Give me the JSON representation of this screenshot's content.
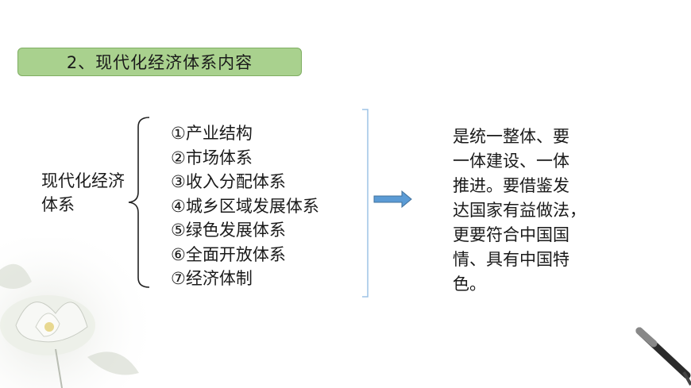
{
  "slide": {
    "title": "2、现代化经济体系内容",
    "left_label_line1": "现代化经济",
    "left_label_line2": "体系",
    "items": [
      "①产业结构",
      "②市场体系",
      "③收入分配体系",
      "④城乡区域发展体系",
      "⑤绿色发展体系",
      "⑥全面开放体系",
      "⑦经济体制"
    ],
    "right_lines": [
      "是统一整体、要",
      "一体建设、一体",
      "推进。要借鉴发",
      "达国家有益做法，",
      "更要符合中国国",
      "情、具有中国特",
      "色。"
    ]
  },
  "colors": {
    "title_bg": "#a9d18e",
    "arrow": "#5b9bd5",
    "bracket": "#9dc3e6"
  },
  "icons": [
    "right-arrow-icon",
    "lotus-decoration",
    "brush-decoration"
  ]
}
